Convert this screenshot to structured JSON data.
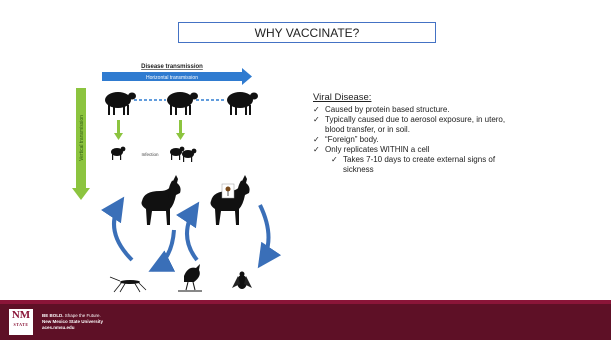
{
  "slide": {
    "title": "WHY VACCINATE?"
  },
  "figure": {
    "header": "Disease transmission",
    "horizontal_label": "Horizontal transmission",
    "vertical_label": "Vertical transmission",
    "middle_label": "Infection",
    "colors": {
      "horizontal": "#2f7bd0",
      "vertical": "#8cc43f",
      "cycle": "#3a6fb8"
    },
    "icons": [
      "sheep-icon",
      "lamb-icon",
      "goat-icon",
      "mosquito-icon",
      "bird-icon",
      "fly-icon"
    ]
  },
  "content": {
    "heading": "Viral Disease:",
    "bullets": [
      "Caused by protein based structure.",
      "Typically caused due to aerosol exposure, in utero, blood transfer, or in soil.",
      "“Foreign” body.",
      "Only replicates WITHIN a cell"
    ],
    "sub_bullet": "Takes 7-10 days to create external signs of sickness",
    "check_glyph": "✓"
  },
  "footer": {
    "logo_text": "NM",
    "logo_subtext": "STATE",
    "tagline_bold": "BE BOLD.",
    "tagline_rest": " Shape the Future.",
    "university": "New Mexico State University",
    "website": "aces.nmsu.edu",
    "colors": {
      "band": "#5e1026",
      "accent": "#8a1538"
    }
  }
}
